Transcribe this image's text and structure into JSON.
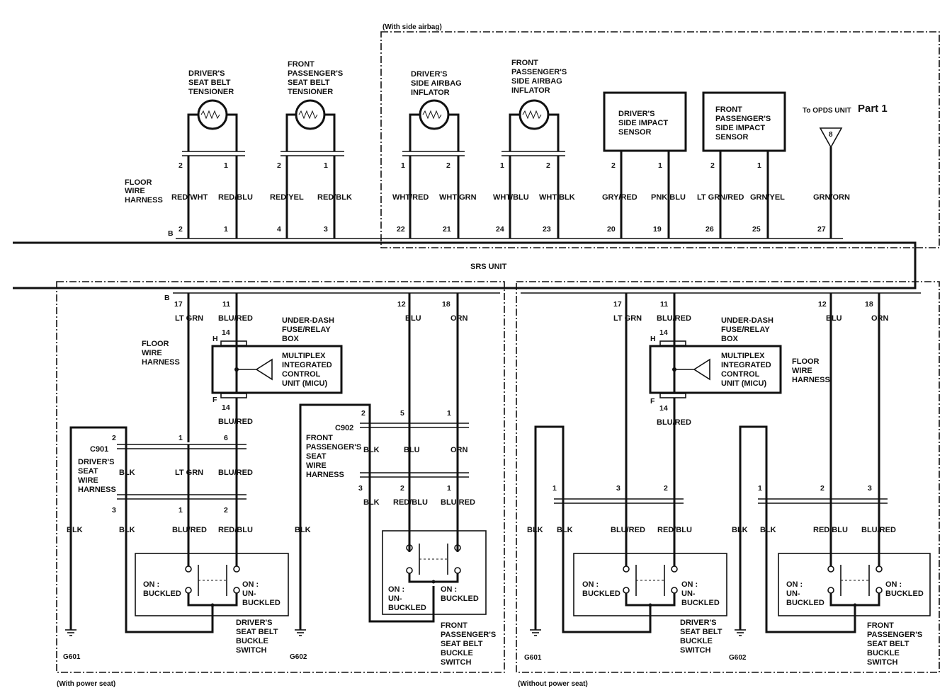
{
  "frames": {
    "side_airbag": "(With side airbag)",
    "power_seat": "(With power seat)",
    "no_power_seat": "(Without power seat)"
  },
  "part_label": "Part 1",
  "opds_label": "To OPDS UNIT",
  "opds_pin": "8",
  "srs_unit": "SRS UNIT",
  "harness": {
    "floor1": [
      "FLOOR",
      "WIRE",
      "HARNESS"
    ],
    "floor2": [
      "FLOOR",
      "WIRE",
      "HARNESS"
    ],
    "floor3": [
      "FLOOR",
      "WIRE",
      "HARNESS"
    ],
    "driver_seat": [
      "DRIVER'S",
      "SEAT",
      "WIRE",
      "HARNESS"
    ],
    "pass_seat": [
      "FRONT",
      "PASSENGER'S",
      "SEAT",
      "WIRE",
      "HARNESS"
    ]
  },
  "connectors": {
    "B": "B",
    "H": "H",
    "F": "F",
    "c901": "C901",
    "c902": "C902"
  },
  "top_components": [
    {
      "name": [
        "DRIVER'S",
        "SEAT BELT",
        "TENSIONER"
      ],
      "pins": [
        "2",
        "1"
      ],
      "wires": [
        "RED/WHT",
        "RED/BLU"
      ],
      "srs_pins": [
        "2",
        "1"
      ]
    },
    {
      "name": [
        "FRONT",
        "PASSENGER'S",
        "SEAT BELT",
        "TENSIONER"
      ],
      "pins": [
        "2",
        "1"
      ],
      "wires": [
        "RED/YEL",
        "RED/BLK"
      ],
      "srs_pins": [
        "4",
        "3"
      ]
    },
    {
      "name": [
        "DRIVER'S",
        "SIDE AIRBAG",
        "INFLATOR"
      ],
      "pins": [
        "1",
        "2"
      ],
      "wires": [
        "WHT/RED",
        "WHT/GRN"
      ],
      "srs_pins": [
        "22",
        "21"
      ]
    },
    {
      "name": [
        "FRONT",
        "PASSENGER'S",
        "SIDE AIRBAG",
        "INFLATOR"
      ],
      "pins": [
        "1",
        "2"
      ],
      "wires": [
        "WHT/BLU",
        "WHT/BLK"
      ],
      "srs_pins": [
        "24",
        "23"
      ]
    },
    {
      "name": [
        "DRIVER'S",
        "SIDE IMPACT",
        "SENSOR"
      ],
      "pins": [
        "2",
        "1"
      ],
      "wires": [
        "GRY/RED",
        "PNK/BLU"
      ],
      "srs_pins": [
        "20",
        "19"
      ]
    },
    {
      "name": [
        "FRONT",
        "PASSENGER'S",
        "SIDE IMPACT",
        "SENSOR"
      ],
      "pins": [
        "2",
        "1"
      ],
      "wires": [
        "LT GRN/RED",
        "GRN/YEL"
      ],
      "srs_pins": [
        "26",
        "25"
      ]
    }
  ],
  "opds_wire": "GRN/ORN",
  "opds_srs_pin": "27",
  "micu": {
    "fuse_box": [
      "UNDER-DASH",
      "FUSE/RELAY",
      "BOX"
    ],
    "unit": [
      "MULTIPLEX",
      "INTEGRATED",
      "CONTROL",
      "UNIT (MICU)"
    ]
  },
  "left": {
    "srs_pins": [
      "17",
      "11",
      "12",
      "18"
    ],
    "wires_top": [
      "LT GRN",
      "BLU/RED",
      "BLU",
      "ORN"
    ],
    "micu_pins": [
      "14",
      "14"
    ],
    "blu_red_lower": "BLU/RED",
    "c901_top": [
      "2",
      "1",
      "6"
    ],
    "c901_wires": [
      "BLK",
      "LT GRN",
      "BLU/RED"
    ],
    "c901_bot": [
      "3",
      "1",
      "2"
    ],
    "drv_wires": [
      "BLK",
      "BLK",
      "BLU/RED",
      "RED/BLU"
    ],
    "c902_top": [
      "2",
      "5",
      "1"
    ],
    "c902_wires": [
      "BLK",
      "BLU",
      "ORN"
    ],
    "c902_bot": [
      "3",
      "2",
      "1"
    ],
    "c902_wires2": [
      "BLK",
      "RED/BLU",
      "BLU/RED"
    ],
    "pass_gnd_wire": "BLK",
    "grounds": [
      "G601",
      "G602"
    ]
  },
  "right": {
    "srs_pins": [
      "17",
      "11",
      "12",
      "18"
    ],
    "wires_top": [
      "LT GRN",
      "BLU/RED",
      "BLU",
      "ORN"
    ],
    "micu_pins": [
      "14",
      "14"
    ],
    "blu_red_lower": "BLU/RED",
    "drv_pins": [
      "1",
      "3",
      "2"
    ],
    "drv_wires": [
      "BLK",
      "BLK",
      "BLU/RED",
      "RED/BLU"
    ],
    "pass_pins": [
      "1",
      "2",
      "3"
    ],
    "pass_wires": [
      "BLK",
      "BLK",
      "RED/BLU",
      "BLU/RED"
    ],
    "grounds": [
      "G601",
      "G602"
    ]
  },
  "switch": {
    "on_buckled": [
      "ON :",
      "BUCKLED"
    ],
    "on_unbuckled": [
      "ON :",
      "UN-",
      "BUCKLED"
    ],
    "driver_name": [
      "DRIVER'S",
      "SEAT BELT",
      "BUCKLE",
      "SWITCH"
    ],
    "pass_name": [
      "FRONT",
      "PASSENGER'S",
      "SEAT BELT",
      "BUCKLE",
      "SWITCH"
    ]
  }
}
